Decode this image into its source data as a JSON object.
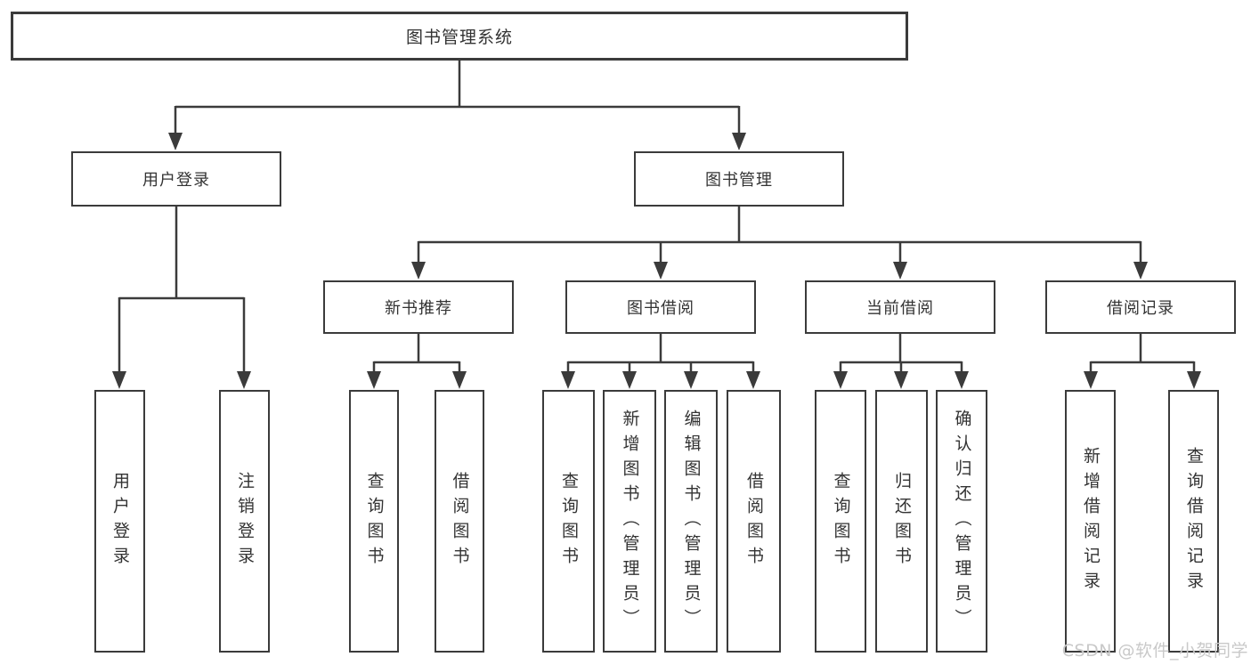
{
  "diagram": {
    "type": "hierarchy",
    "tree": {
      "label": "图书管理系统",
      "children": [
        {
          "label": "用户登录",
          "children": [
            {
              "label": "用户登录"
            },
            {
              "label": "注销登录"
            }
          ]
        },
        {
          "label": "图书管理",
          "children": [
            {
              "label": "新书推荐",
              "children": [
                {
                  "label": "查询图书"
                },
                {
                  "label": "借阅图书"
                }
              ]
            },
            {
              "label": "图书借阅",
              "children": [
                {
                  "label": "查询图书"
                },
                {
                  "label": "新增图书（管理员）"
                },
                {
                  "label": "编辑图书（管理员）"
                },
                {
                  "label": "借阅图书"
                }
              ]
            },
            {
              "label": "当前借阅",
              "children": [
                {
                  "label": "查询图书"
                },
                {
                  "label": "归还图书"
                },
                {
                  "label": "确认归还（管理员）"
                }
              ]
            },
            {
              "label": "借阅记录",
              "children": [
                {
                  "label": "新增借阅记录"
                },
                {
                  "label": "查询借阅记录"
                }
              ]
            }
          ]
        }
      ]
    }
  },
  "colors": {
    "line": "#3b3b3b",
    "box_border": "#3b3b3b",
    "text": "#333333",
    "background": "#ffffff",
    "watermark": "#c9c9c9"
  },
  "watermark": {
    "text": "CSDN @软件_小贺同学"
  }
}
